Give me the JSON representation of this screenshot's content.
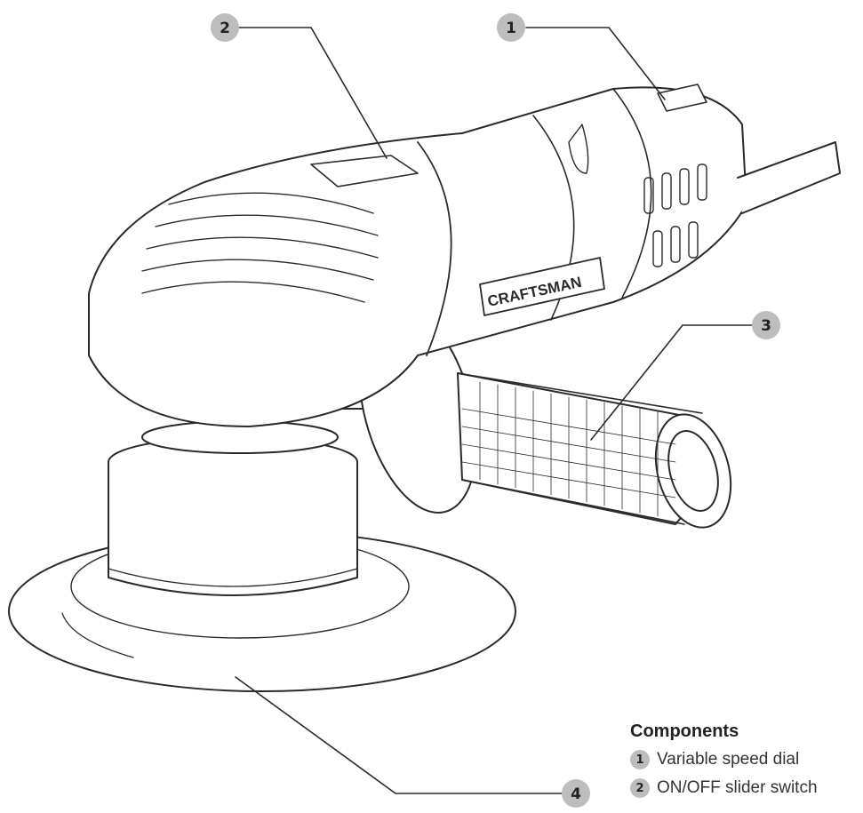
{
  "brand": "CRAFTSMAN",
  "callouts": [
    {
      "number": "1"
    },
    {
      "number": "2"
    },
    {
      "number": "3"
    },
    {
      "number": "4"
    }
  ],
  "legend": {
    "title": "Components",
    "items": [
      {
        "number": "1",
        "label": "Variable speed dial"
      },
      {
        "number": "2",
        "label": "ON/OFF slider switch"
      }
    ]
  },
  "colors": {
    "line": "#2a2a2a",
    "badge": "#bdbdbd",
    "background": "#ffffff"
  }
}
